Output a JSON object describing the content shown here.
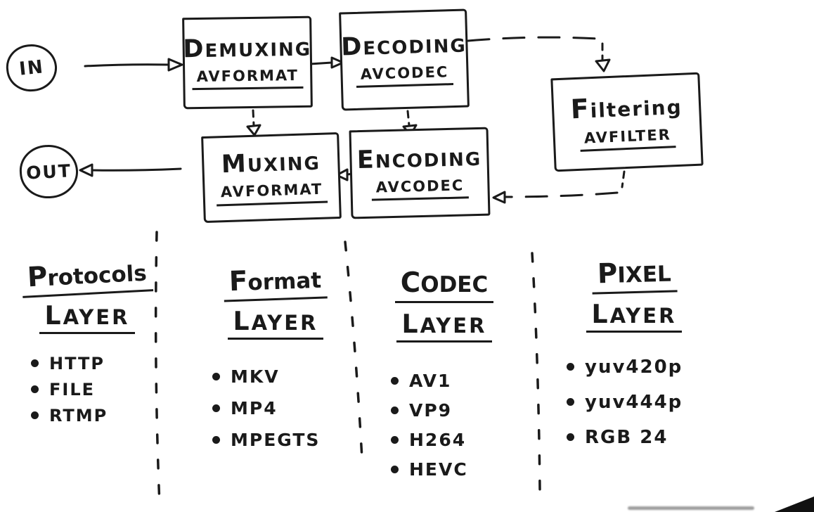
{
  "diagram": {
    "nodes": {
      "in": {
        "label": "IN"
      },
      "out": {
        "label": "OUT"
      },
      "demuxing": {
        "title": "DEMUXING",
        "subtitle": "AVFORMAT"
      },
      "decoding": {
        "title": "DECODING",
        "subtitle": "AVCODEC"
      },
      "filtering": {
        "title": "Filtering",
        "subtitle": "AVFILTER"
      },
      "encoding": {
        "title": "ENCODING",
        "subtitle": "AVCODEC"
      },
      "muxing": {
        "title": "MUXING",
        "subtitle": "AVFORMAT"
      }
    },
    "edges": [
      {
        "from": "in",
        "to": "demuxing",
        "style": "solid"
      },
      {
        "from": "demuxing",
        "to": "decoding",
        "style": "solid"
      },
      {
        "from": "decoding",
        "to": "filtering",
        "style": "dashed"
      },
      {
        "from": "filtering",
        "to": "encoding",
        "style": "dashed"
      },
      {
        "from": "encoding",
        "to": "muxing",
        "style": "solid"
      },
      {
        "from": "muxing",
        "to": "out",
        "style": "solid"
      },
      {
        "from": "demuxing",
        "to": "muxing",
        "style": "dashed"
      },
      {
        "from": "decoding",
        "to": "encoding",
        "style": "dashed"
      }
    ],
    "columns": [
      {
        "id": "protocols",
        "title_line1": "Protocols",
        "title_line2": "LAYER",
        "items": [
          "HTTP",
          "FILE",
          "RTMP"
        ]
      },
      {
        "id": "format",
        "title_line1": "Format",
        "title_line2": "LAYER",
        "items": [
          "MKV",
          "MP4",
          "MPEGTS"
        ]
      },
      {
        "id": "codec",
        "title_line1": "CODEC",
        "title_line2": "LAYER",
        "items": [
          "AV1",
          "VP9",
          "H264",
          "HEVC"
        ]
      },
      {
        "id": "pixel",
        "title_line1": "PIXEL",
        "title_line2": "LAYER",
        "items": [
          "yuv420p",
          "yuv444p",
          "RGB 24"
        ]
      }
    ],
    "colors": {
      "ink": "#1a1a1a",
      "background": "#ffffff"
    }
  }
}
